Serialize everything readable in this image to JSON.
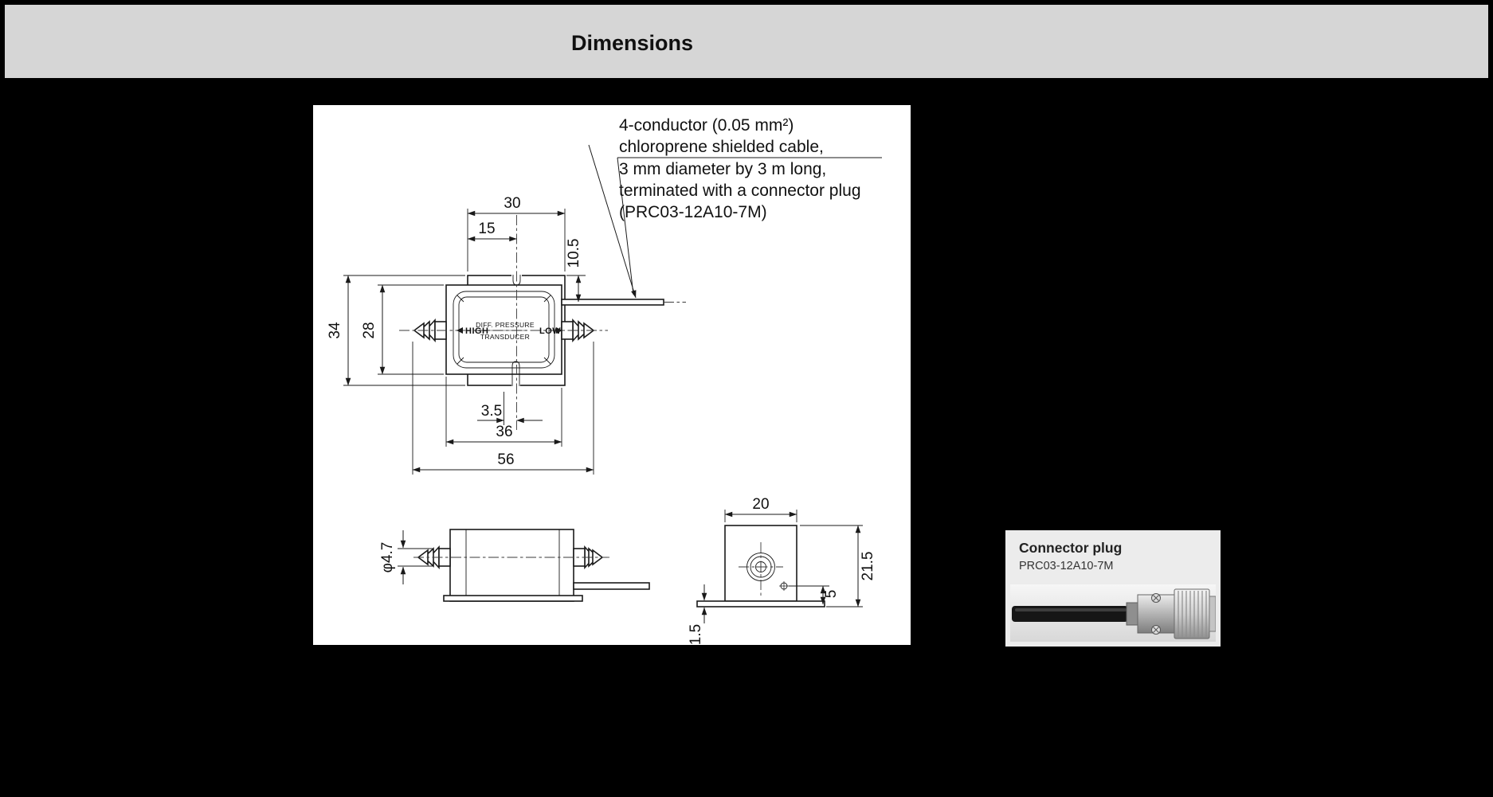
{
  "header": {
    "title": "Dimensions"
  },
  "annotation": {
    "line1": "4-conductor (0.05 mm²)",
    "line2": "chloroprene shielded cable,",
    "line3": "3 mm diameter by 3 m long,",
    "line4": "terminated with a connector plug",
    "line5": "(PRC03-12A10-7M)"
  },
  "top_view": {
    "dim_flange_width": "30",
    "dim_flange_half_width": "15",
    "dim_cable_offset": "10.5",
    "dim_overall_height": "34",
    "dim_body_height": "28",
    "dim_slot_offset": "3.5",
    "dim_body_width": "36",
    "dim_overall_width": "56",
    "port_high": "HIGH",
    "port_low": "LOW",
    "nameplate_line1": "DIFF. PRESSURE",
    "nameplate_line2": "TRANSDUCER"
  },
  "side_view": {
    "dim_port_diameter": "φ4.7"
  },
  "end_view": {
    "dim_width": "20",
    "dim_height": "21.5",
    "dim_hole_offset": "5",
    "dim_flange_thickness": "1.5"
  },
  "connector_panel": {
    "title": "Connector plug",
    "model": "PRC03-12A10-7M"
  },
  "colors": {
    "page_background": "#000000",
    "header_background": "#d6d6d6",
    "drawing_background": "#ffffff",
    "connector_panel_background": "#ececec",
    "line_color": "#1a1a1a"
  }
}
